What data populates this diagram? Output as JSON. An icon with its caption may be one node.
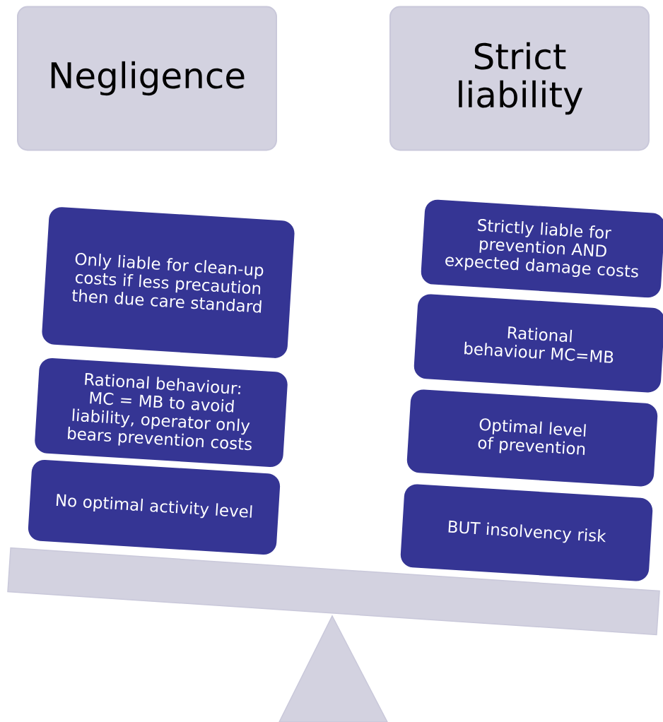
{
  "diagram": {
    "nodes": [
      {
        "text": [
          "Negligence"
        ]
      },
      {
        "text": [
          "Strict liability"
        ]
      },
      {
        "text": [
          "Only liable for clean-up costs if less precaution then due care standard"
        ]
      },
      {
        "text": [
          "Rational behaviour: MC = MB to avoid liability, operator only bears prevention costs"
        ]
      },
      {
        "text": [
          "No optimal activity level"
        ]
      },
      {
        "text": [
          "Strictly liable for prevention AND expected damage costs"
        ]
      },
      {
        "text": [
          "Rational behaviour MC=MB"
        ]
      },
      {
        "text": [
          "Optimal  level of prevention"
        ]
      },
      {
        "text": [
          "BUT insolvency risk"
        ]
      }
    ]
  }
}
